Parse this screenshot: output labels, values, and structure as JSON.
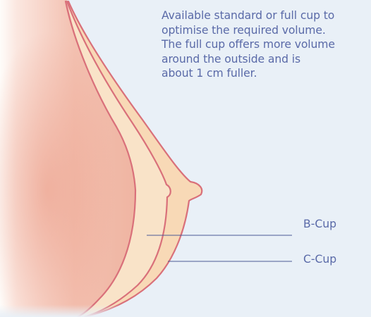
{
  "caption": {
    "lines": [
      "Available standard or full cup to",
      "optimise the required volume.",
      "The full cup offers more volume",
      "around the outside and is",
      "about 1 cm fuller."
    ]
  },
  "labels": {
    "b_cup": "B-Cup",
    "c_cup": "C-Cup"
  },
  "colors": {
    "background": "#e9f0f7",
    "outline": "#d9707a",
    "leader_line": "#4a5a96",
    "text": "#5a6aa8"
  }
}
